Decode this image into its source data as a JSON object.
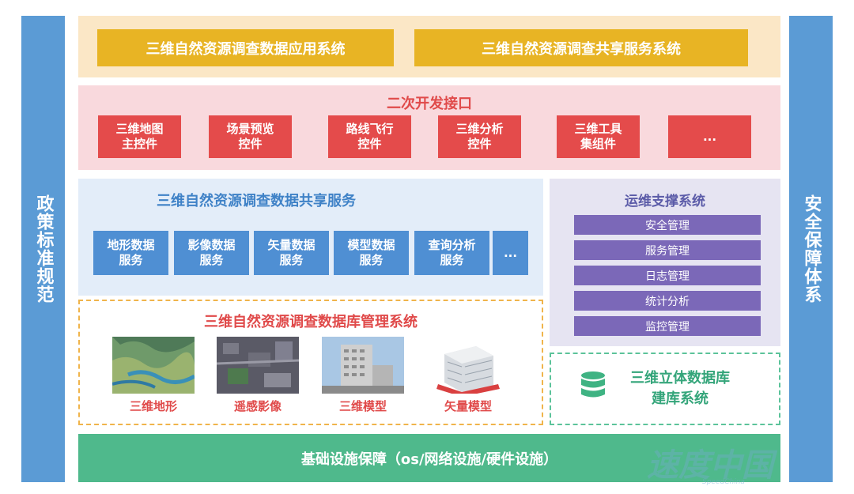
{
  "left_pillar": "政策标准规范",
  "right_pillar": "安全保障体系",
  "apps": [
    "三维自然资源调查数据应用系统",
    "三维自然资源调查共享服务系统"
  ],
  "api": {
    "title": "二次开发接口",
    "items": [
      "三维地图\n主控件",
      "场景预览\n控件",
      "路线飞行\n控件",
      "三维分析\n控件",
      "三维工具\n集组件",
      "..."
    ]
  },
  "share": {
    "title": "三维自然资源调查数据共享服务",
    "items": [
      "地形数据\n服务",
      "影像数据\n服务",
      "矢量数据\n服务",
      "模型数据\n服务",
      "查询分析\n服务",
      "..."
    ]
  },
  "ops": {
    "title": "运维支撑系统",
    "items": [
      "安全管理",
      "服务管理",
      "日志管理",
      "统计分析",
      "监控管理"
    ]
  },
  "dbms": {
    "title": "三维自然资源调查数据库管理系统",
    "items": [
      "三维地形",
      "遥感影像",
      "三维模型",
      "矢量模型"
    ]
  },
  "build": {
    "label": "三维立体数据库\n建库系统",
    "icon": "database-icon"
  },
  "infra": "基础设施保障（os/网络设施/硬件设施）",
  "watermark": {
    "main": "速度中国",
    "sub": "SpeedChina"
  },
  "colors": {
    "pillar": "#5b9bd5",
    "app": "#e8b424",
    "api": "#e44b4b",
    "share": "#4f8fd3",
    "ops": "#7b68b8",
    "infra": "#4fb98c"
  }
}
